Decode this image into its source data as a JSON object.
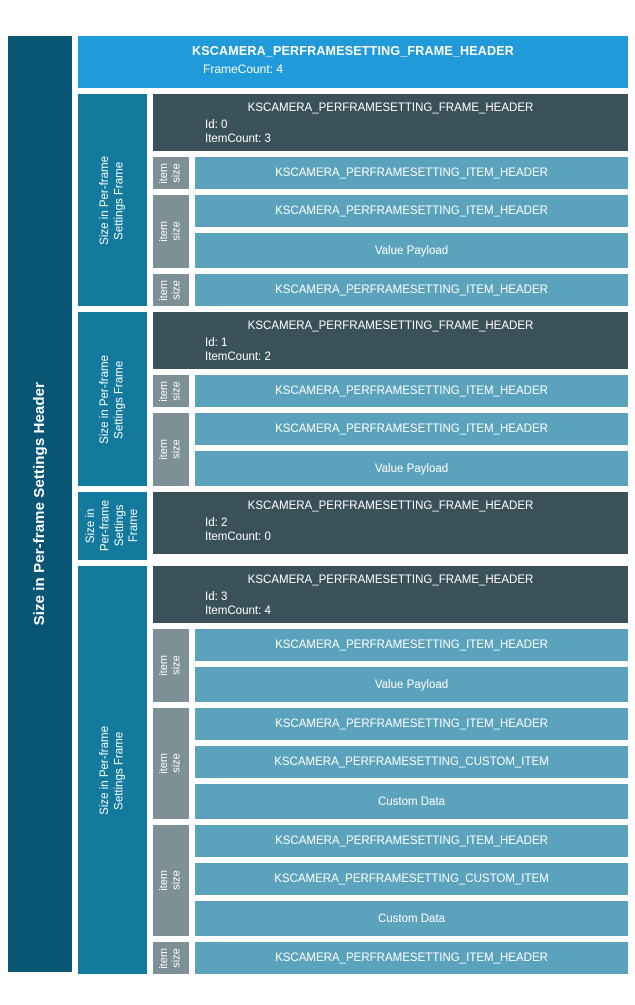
{
  "diagram": {
    "outer_header_label": "Size in Per-frame Settings Header",
    "colors": {
      "outer_header_bg": "#085574",
      "title_bar_bg": "#219ada",
      "frame_side_bg": "#137a9e",
      "frame_header_bg": "#3a5159",
      "item_size_bg": "#7d9095",
      "row_bg": "#5ba3bc",
      "text": "#ffffff",
      "page_bg": "#ffffff"
    },
    "title_bar": {
      "title": "KSCAMERA_PERFRAMESETTING_FRAME_HEADER",
      "subtitle": "FrameCount: 4"
    },
    "frame_side_label": "Size in Per-frame\nSettings Frame",
    "frame_side_label_narrow": "Size in\nPer-frame\nSettings\nFrame",
    "item_size_label": "item\nsize",
    "labels": {
      "frame_header_title": "KSCAMERA_PERFRAMESETTING_FRAME_HEADER",
      "item_header": "KSCAMERA_PERFRAMESETTING_ITEM_HEADER",
      "custom_item": "KSCAMERA_PERFRAMESETTING_CUSTOM_ITEM",
      "value_payload": "Value Payload",
      "custom_data": "Custom Data"
    },
    "frames": [
      {
        "header_meta": "Id: 0\nItemCount: 3",
        "id": "0",
        "item_count": "3",
        "items": [
          {
            "rows": [
              "KSCAMERA_PERFRAMESETTING_ITEM_HEADER"
            ]
          },
          {
            "rows": [
              "KSCAMERA_PERFRAMESETTING_ITEM_HEADER",
              "Value Payload"
            ]
          },
          {
            "rows": [
              "KSCAMERA_PERFRAMESETTING_ITEM_HEADER"
            ]
          }
        ]
      },
      {
        "header_meta": "Id: 1\nItemCount: 2",
        "id": "1",
        "item_count": "2",
        "items": [
          {
            "rows": [
              "KSCAMERA_PERFRAMESETTING_ITEM_HEADER"
            ]
          },
          {
            "rows": [
              "KSCAMERA_PERFRAMESETTING_ITEM_HEADER",
              "Value Payload"
            ]
          }
        ]
      },
      {
        "header_meta": "Id: 2\nItemCount: 0",
        "id": "2",
        "item_count": "0",
        "items": []
      },
      {
        "header_meta": "Id: 3\nItemCount: 4",
        "id": "3",
        "item_count": "4",
        "items": [
          {
            "rows": [
              "KSCAMERA_PERFRAMESETTING_ITEM_HEADER",
              "Value Payload"
            ]
          },
          {
            "rows": [
              "KSCAMERA_PERFRAMESETTING_ITEM_HEADER",
              "KSCAMERA_PERFRAMESETTING_CUSTOM_ITEM",
              "Custom Data"
            ]
          },
          {
            "rows": [
              "KSCAMERA_PERFRAMESETTING_ITEM_HEADER",
              "KSCAMERA_PERFRAMESETTING_CUSTOM_ITEM",
              "Custom Data"
            ]
          },
          {
            "rows": [
              "KSCAMERA_PERFRAMESETTING_ITEM_HEADER"
            ]
          }
        ]
      }
    ]
  }
}
